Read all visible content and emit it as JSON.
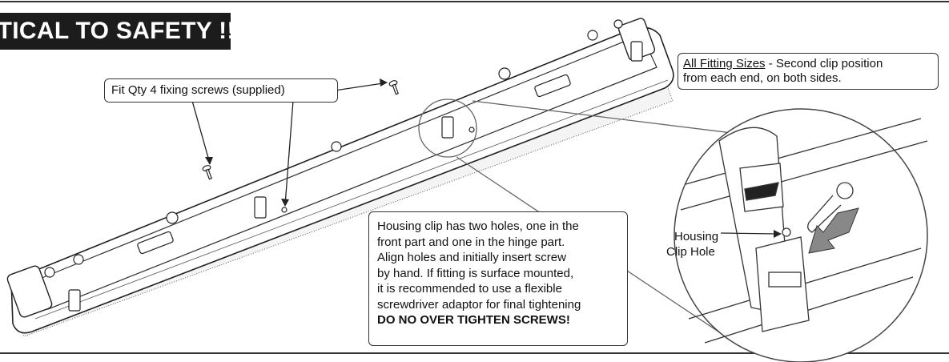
{
  "banner": {
    "text": "ITICAL TO SAFETY !!"
  },
  "callouts": {
    "screws": "Fit Qty 4 fixing screws (supplied)",
    "sizes_title": "All Fitting Sizes",
    "sizes_rest": " - Second clip position",
    "sizes_line2": "from each end, on both sides.",
    "instructions": [
      "Housing clip has two holes, one in the",
      "front part and one in the hinge part.",
      "Align holes and initially insert screw",
      "by hand. If fitting is surface mounted,",
      "it is recommended to use a flexible",
      "screwdriver adaptor for final tightening"
    ],
    "warning": "DO NO OVER TIGHTEN SCREWS!"
  },
  "labels": {
    "housing_line1": "Housing",
    "housing_line2": "Clip Hole"
  },
  "colors": {
    "line": "#333333",
    "banner": "#1c1c1c",
    "arrow_fill": "#888888"
  }
}
